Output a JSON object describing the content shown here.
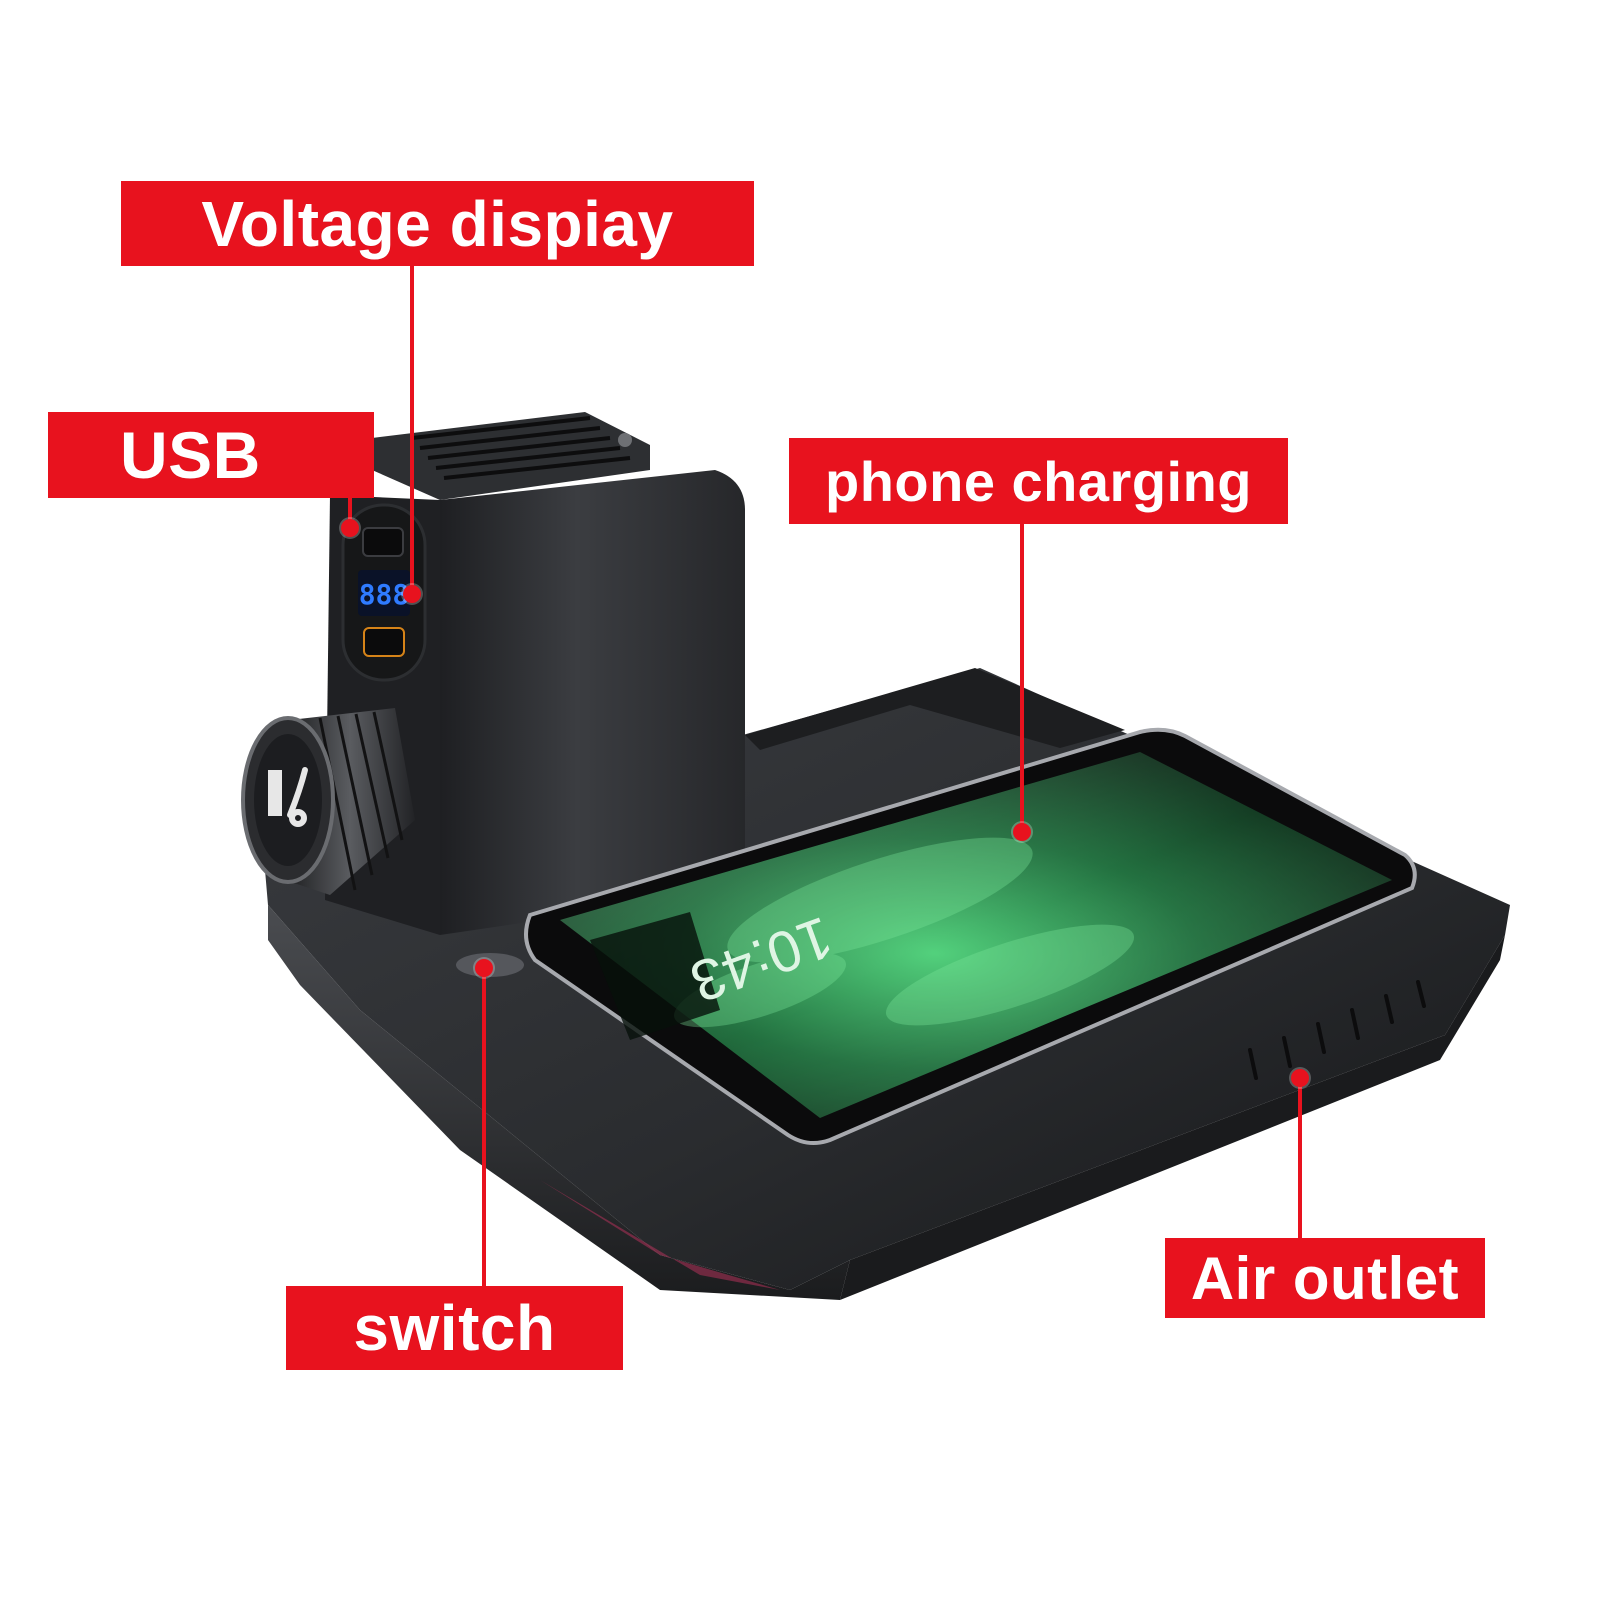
{
  "callouts": {
    "voltage_display": "Voltage dispiay",
    "usb": "USB",
    "phone_charging": "phone charging",
    "switch": "switch",
    "air_outlet": "Air outlet"
  },
  "phone_screen": {
    "time": "10:43"
  },
  "colors": {
    "callout_red": "#e8121e",
    "display_blue": "#2f7bff",
    "device_body": "#2b2d30",
    "screen_green": "#3fae5a"
  }
}
